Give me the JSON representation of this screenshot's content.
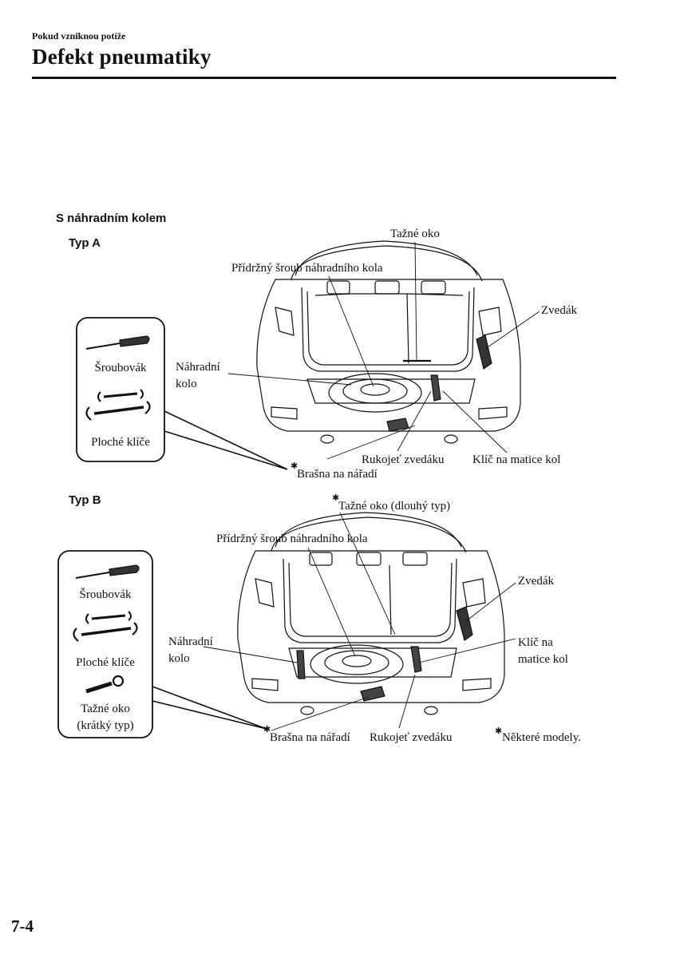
{
  "header": {
    "breadcrumb": "Pokud vzniknou potíže",
    "title": "Defekt pneumatiky"
  },
  "section": {
    "title": "S náhradním kolem"
  },
  "type_a": {
    "heading": "Typ A",
    "tools": {
      "screwdriver": "Šroubovák",
      "wrenches": "Ploché klíče"
    },
    "labels": {
      "tow_hook": "Tažné oko",
      "spare_bolt": "Přídržný šroub náhradního kola",
      "jack": "Zvedák",
      "spare_wheel_1": "Náhradní",
      "spare_wheel_2": "kolo",
      "jack_handle": "Rukojeť zvedáku",
      "lug_wrench": "Klíč na matice kol",
      "tool_bag": "Brašna na nářadí"
    }
  },
  "type_b": {
    "heading": "Typ B",
    "tools": {
      "screwdriver": "Šroubovák",
      "wrenches": "Ploché klíče",
      "tow_short_1": "Tažné oko",
      "tow_short_2": "(krátký typ)"
    },
    "labels": {
      "tow_long": "Tažné oko (dlouhý typ)",
      "spare_bolt": "Přídržný šroub náhradního kola",
      "jack": "Zvedák",
      "spare_wheel_1": "Náhradní",
      "spare_wheel_2": "kolo",
      "lug_wrench_1": "Klíč na",
      "lug_wrench_2": "matice kol",
      "tool_bag": "Brašna na nářadí",
      "jack_handle": "Rukojeť zvedáku",
      "some_models": "Některé modely."
    }
  },
  "footer": {
    "page_number": "7-4"
  }
}
